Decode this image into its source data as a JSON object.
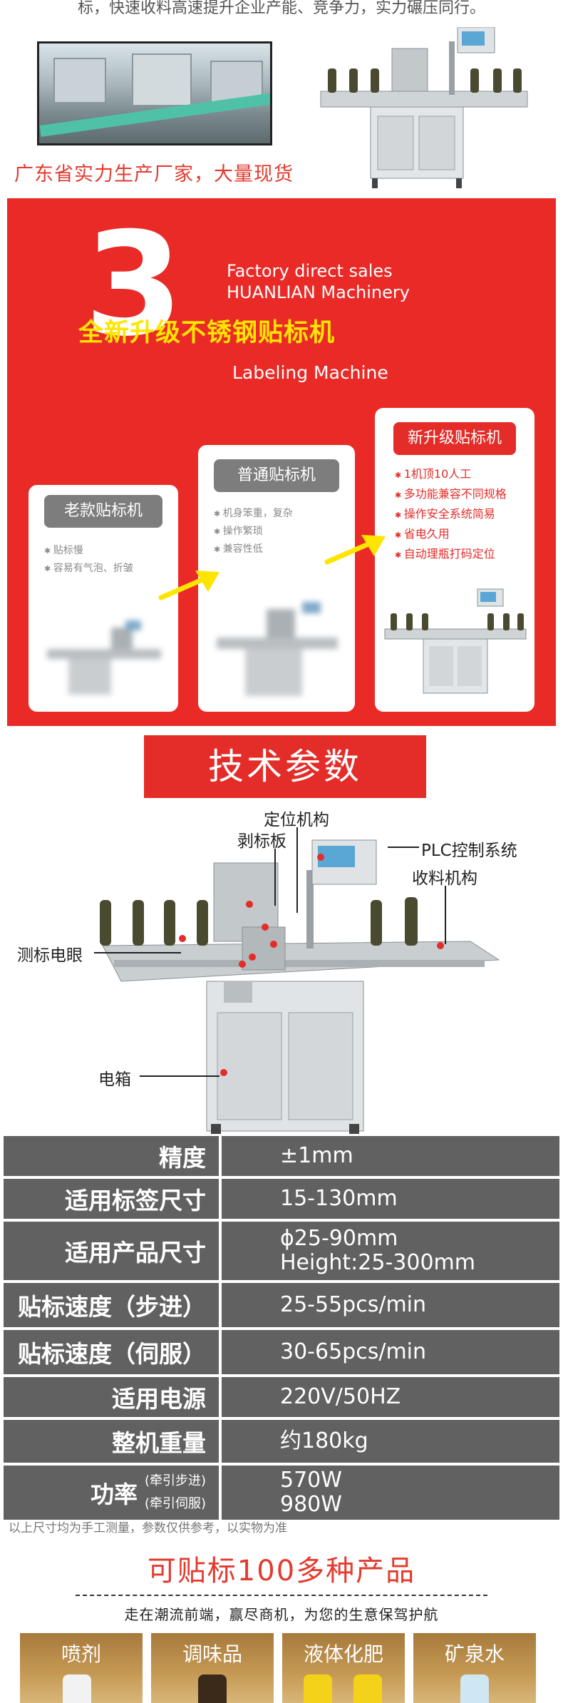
{
  "top": {
    "text": "标，快速收料高速提升企业产能、竞争力，实力碾压同行。",
    "slogan": "广东省实力生产厂家，大量现货"
  },
  "banner": {
    "big_number": "3",
    "line1": "Factory direct sales",
    "line2": "HUANLIAN Machinery",
    "title": "全新升级不锈钢贴标机",
    "subtitle": "Labeling Machine",
    "cards": [
      {
        "title": "老款贴标机",
        "features": [
          "贴标慢",
          "容易有气泡、折皱"
        ]
      },
      {
        "title": "普通贴标机",
        "features": [
          "机身笨重，复杂",
          "操作繁琐",
          "兼容性低"
        ]
      },
      {
        "title": "新升级贴标机",
        "features": [
          "1机顶10人工",
          "多功能兼容不同规格",
          "操作安全系统简易",
          "省电久用",
          "自动理瓶打码定位"
        ]
      }
    ]
  },
  "tech": {
    "title": "技术参数",
    "callouts": {
      "positioning": "定位机构",
      "peeling": "剥标板",
      "plc": "PLC控制系统",
      "collect": "收料机构",
      "sensor": "测标电眼",
      "box": "电箱"
    }
  },
  "specs": [
    {
      "key": "精度",
      "value": "±1mm"
    },
    {
      "key": "适用标签尺寸",
      "value": "15-130mm"
    },
    {
      "key": "适用产品尺寸",
      "value": "ϕ25-90mm",
      "value2": "Height:25-300mm"
    },
    {
      "key": "贴标速度（步进）",
      "value": "25-55pcs/min"
    },
    {
      "key": "贴标速度（伺服）",
      "value": "30-65pcs/min"
    },
    {
      "key": "适用电源",
      "value": "220V/50HZ"
    },
    {
      "key": "整机重量",
      "value": "约180kg"
    },
    {
      "key": "功率",
      "sub1": "(牵引步进)",
      "sub2": "(牵引伺服)",
      "value": "570W",
      "value2": "980W"
    }
  ],
  "footer": {
    "note": "以上尺寸均为手工测量，参数仅供参考，以实物为准",
    "headline": "可贴标100多种产品",
    "slogan": "走在潮流前端，赢尽商机，为您的生意保驾护航",
    "products": [
      "喷剂",
      "调味品",
      "液体化肥",
      "矿泉水"
    ]
  },
  "colors": {
    "accent_red": "#ea2a27",
    "yellow": "#fde500",
    "table_gray": "#616161"
  }
}
